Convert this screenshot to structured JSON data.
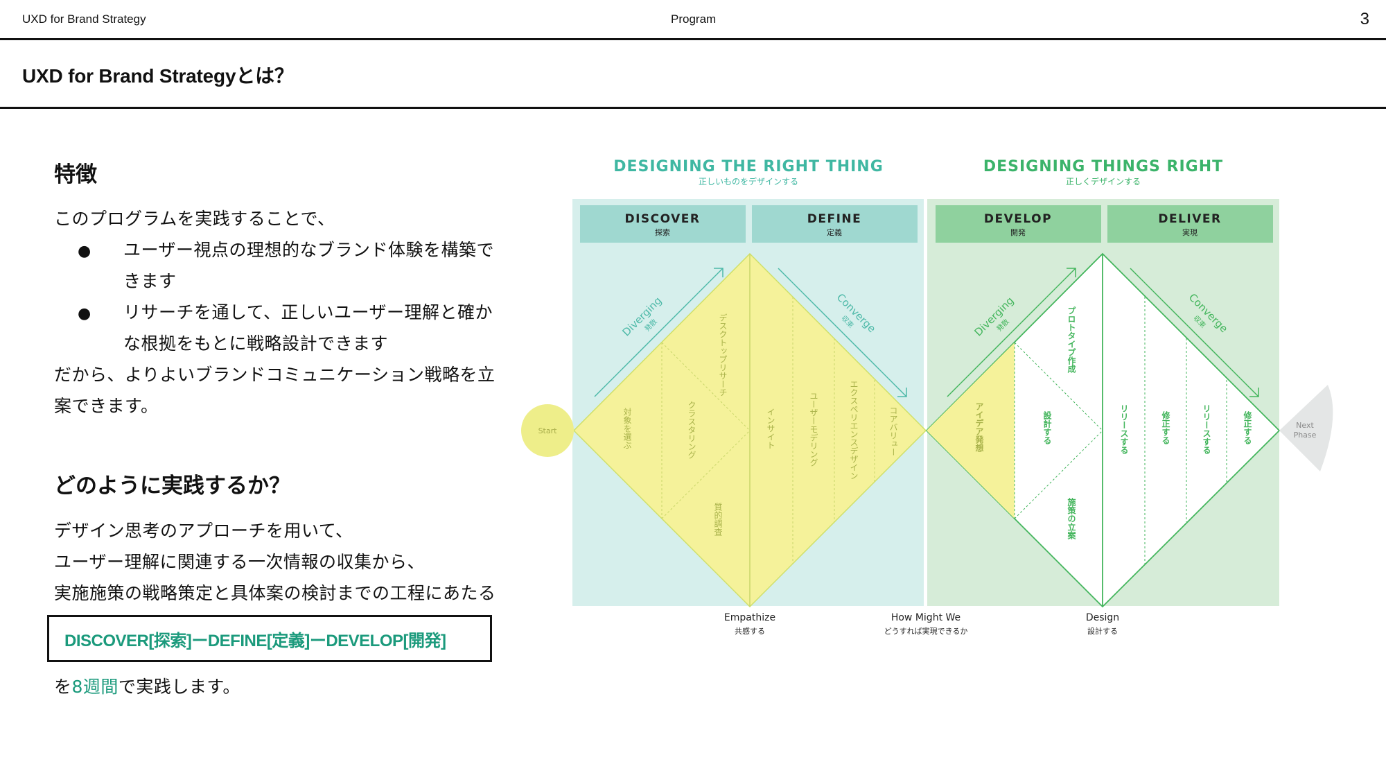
{
  "header": {
    "left": "UXD for Brand Strategy",
    "center": "Program",
    "page_number": "3"
  },
  "title": "UXD for Brand Strategyとは？",
  "features": {
    "heading": "特徴",
    "intro": "このプログラムを実践することで、",
    "bullets": [
      [
        "ユーザー視点の理想的なブランド体験を構築で",
        "きます"
      ],
      [
        "リサーチを通して、正しいユーザー理解と確か",
        "な根拠をもとに戦略設計できます"
      ]
    ],
    "conclusion": [
      "だから、よりよいブランドコミュニケーション戦略を立",
      "案できます。"
    ],
    "bullet_symbol": "●"
  },
  "practice": {
    "heading": "どのように実践するか？",
    "lines": [
      "デザイン思考のアプローチを用いて、",
      "ユーザー理解に関連する一次情報の収集から、",
      "実施施策の戦略策定と具体案の検討までの工程にあたる"
    ],
    "flow": "DISCOVER[探索]ーDEFINE[定義]ーDEVELOP[開発]",
    "duration_prefix": "を",
    "duration": "8週間",
    "duration_suffix": "で実践します。"
  },
  "diagram": {
    "colors": {
      "teal_title": "#3fb7a2",
      "green_title": "#3bb36a",
      "left_bg": "#d6efec",
      "right_bg": "#d6ecd8",
      "left_header": "#9fd8d0",
      "right_header": "#8fd19e",
      "yellow": "#f5f29a",
      "teal_line": "#4db9a8",
      "green_line": "#43b55c",
      "start_fill": "#eeee8a"
    },
    "left_title": "DESIGNING THE RIGHT THING",
    "left_subtitle": "正しいものをデザインする",
    "right_title": "DESIGNING THINGS RIGHT",
    "right_subtitle": "正しくデザインする",
    "phases": [
      {
        "en": "DISCOVER",
        "ja": "探索"
      },
      {
        "en": "DEFINE",
        "ja": "定義"
      },
      {
        "en": "DEVELOP",
        "ja": "開発"
      },
      {
        "en": "DELIVER",
        "ja": "実現"
      }
    ],
    "diverging": {
      "en": "Diverging",
      "ja": "発散"
    },
    "converge": {
      "en": "Converge",
      "ja": "収束"
    },
    "start": "Start",
    "next_phase": [
      "Next",
      "Phase"
    ],
    "discover_items": [
      "対象を選ぶ",
      "クラスタリング",
      "デスクトップリサーチ",
      "質的調査"
    ],
    "define_items": [
      "インサイト",
      "ユーザーモデリング",
      "エクスペリエンスデザイン",
      "コアバリュー"
    ],
    "develop_items": [
      "アイデア発想",
      "プロトタイプ作成",
      "設計する",
      "施策の立案"
    ],
    "deliver_items": [
      "リリースする",
      "修正する",
      "リリースする",
      "修正する"
    ],
    "bottom_labels": [
      {
        "en": "Empathize",
        "ja": "共感する"
      },
      {
        "en": "How Might We",
        "ja": "どうすれば実現できるか"
      },
      {
        "en": "Design",
        "ja": "設計する"
      }
    ]
  }
}
